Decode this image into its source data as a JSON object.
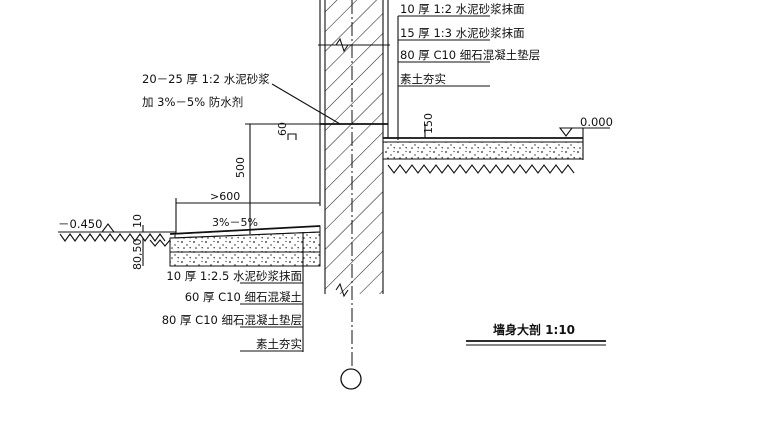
{
  "right_layers": {
    "finish": "10 厚 1:2 水泥砂浆抹面",
    "mortar": "15 厚 1:3 水泥砂浆抹面",
    "cushion": "80 厚 C10 细石混凝土垫层",
    "soil": "素土夯实"
  },
  "waterproof": {
    "line1": "20－25 厚 1:2 水泥砂浆",
    "line2": "加 3%－5% 防水剂"
  },
  "left_layers": {
    "finish": "10 厚 1:2.5 水泥砂浆抹面",
    "concrete": "60 厚 C10 细石混凝土",
    "cushion": "80 厚 C10 细石混凝土垫层",
    "soil": "素土夯实"
  },
  "dims": {
    "d60": "60",
    "d150": "150",
    "d500": "500",
    "d600": ">600",
    "slope": "3%－5%",
    "d10": "10",
    "d80_50": "80,50"
  },
  "levels": {
    "indoor": "0.000",
    "outdoor": "－0.450"
  },
  "title": "墙身大剖 1:10"
}
